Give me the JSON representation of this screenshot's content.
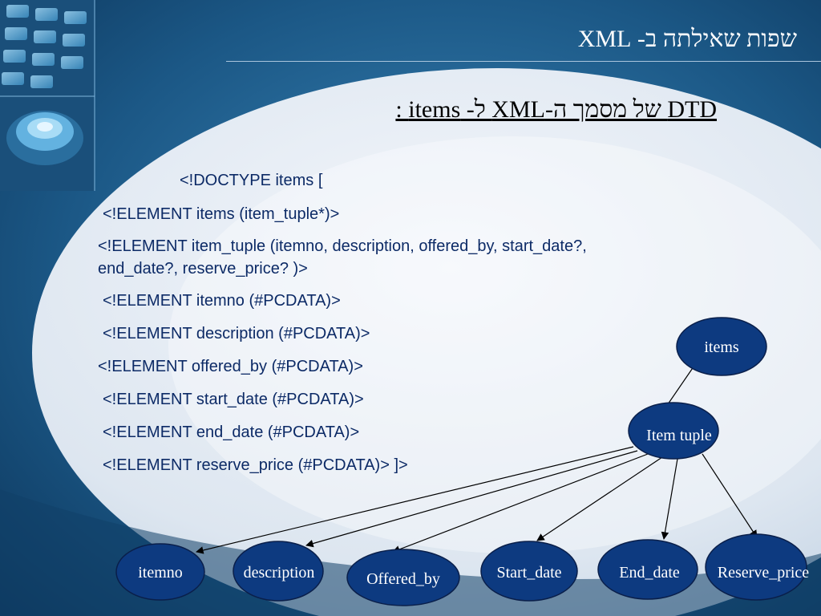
{
  "title": "שפות שאילתה ב- XML",
  "subtitle": "DTD של מסמך ה-XML ל- items :",
  "dtd_lines": [
    "<!DOCTYPE items [",
    "<!ELEMENT items (item_tuple*)>",
    "<!ELEMENT item_tuple (itemno, description, offered_by, start_date?,",
    "end_date?, reserve_price? )>",
    "<!ELEMENT itemno (#PCDATA)>",
    "<!ELEMENT description (#PCDATA)>",
    "<!ELEMENT offered_by (#PCDATA)>",
    "<!ELEMENT start_date (#PCDATA)>",
    "<!ELEMENT end_date (#PCDATA)>",
    "<!ELEMENT reserve_price (#PCDATA)> ]>"
  ],
  "tree": {
    "root": "items",
    "tuple": "Item tuple",
    "children": [
      "itemno",
      "description",
      "Offered_by",
      "Start_date",
      "End_date",
      "Reserve_price"
    ]
  },
  "colors": {
    "node_fill": "#0d3a80",
    "node_stroke": "#0a1f4a",
    "edge": "#000000",
    "text_dark": "#0c2a66"
  }
}
